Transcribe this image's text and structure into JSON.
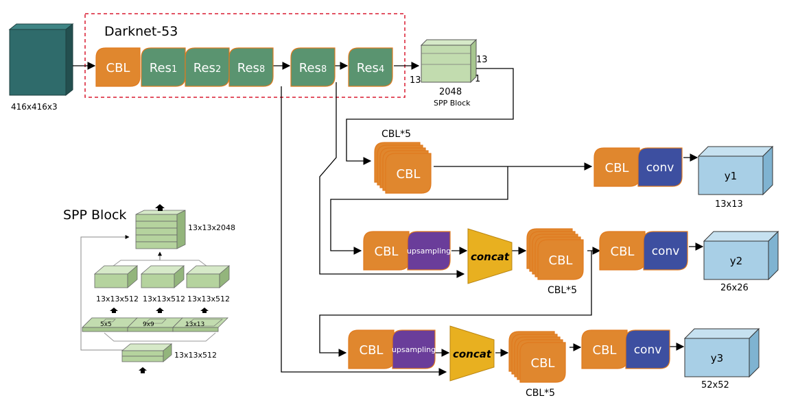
{
  "title": "Darknet-53",
  "input": {
    "label": "416x416x3"
  },
  "backbone": {
    "blocks": [
      {
        "text": "CBL",
        "sub": ""
      },
      {
        "text": "Res",
        "sub": "1"
      },
      {
        "text": "Res",
        "sub": "2"
      },
      {
        "text": "Res",
        "sub": "8"
      },
      {
        "text": "Res",
        "sub": "8"
      },
      {
        "text": "Res",
        "sub": "4"
      }
    ]
  },
  "spp_out": {
    "dim_13a": "13",
    "dim_13b": "13",
    "dim_1": "1",
    "channels": "2048",
    "label": "SPP Block"
  },
  "cbl_label": "CBL",
  "conv_label": "conv",
  "upsampling_label": "upsampling",
  "concat_label": "concat",
  "cbl5_label": "CBL*5",
  "outputs": [
    {
      "name": "y1",
      "size": "13x13"
    },
    {
      "name": "y2",
      "size": "26x26"
    },
    {
      "name": "y3",
      "size": "52x52"
    }
  ],
  "spp_detail": {
    "title": "SPP Block",
    "top_label": "13x13x2048",
    "mid_labels": [
      "13x13x512",
      "13x13x512",
      "13x13x512"
    ],
    "pool_labels": [
      "5x5",
      "9x9",
      "13x13"
    ],
    "bottom_label": "13x13x512"
  },
  "colors": {
    "cbl": "#e0872e",
    "res": "#5a9470",
    "conv": "#3d4fa0",
    "upsampling": "#6a3d9a",
    "concat": "#e8b020",
    "input_cube": "#2f6b6b",
    "output_cube": "#a8cfe6",
    "spp_green": "#b5d39e",
    "box_dash": "#d9182e"
  }
}
